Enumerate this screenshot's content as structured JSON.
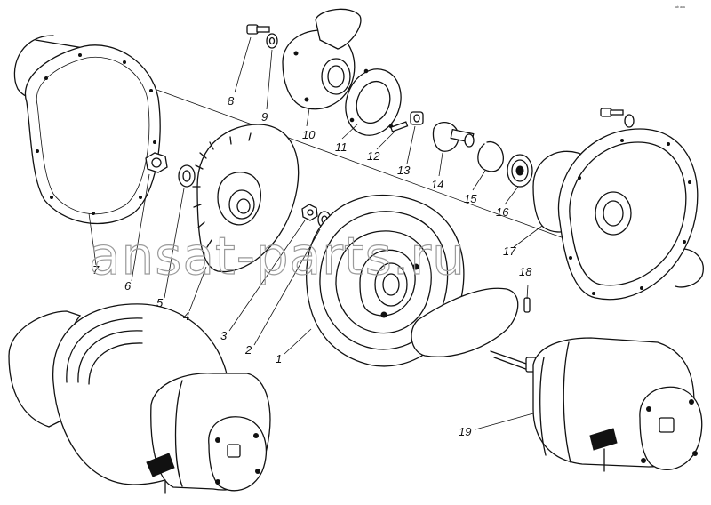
{
  "watermark": "ansat-parts.ru",
  "corner_mark": "ᵃᵇ ᵃᵃᵃ",
  "callouts": [
    {
      "id": "1",
      "label": "1"
    },
    {
      "id": "2",
      "label": "2"
    },
    {
      "id": "3",
      "label": "3"
    },
    {
      "id": "4",
      "label": "4"
    },
    {
      "id": "5",
      "label": "5"
    },
    {
      "id": "6",
      "label": "6"
    },
    {
      "id": "7",
      "label": "7"
    },
    {
      "id": "8",
      "label": "8"
    },
    {
      "id": "9",
      "label": "9"
    },
    {
      "id": "10",
      "label": "10"
    },
    {
      "id": "11",
      "label": "11"
    },
    {
      "id": "12",
      "label": "12"
    },
    {
      "id": "13",
      "label": "13"
    },
    {
      "id": "14",
      "label": "14"
    },
    {
      "id": "15",
      "label": "15"
    },
    {
      "id": "16",
      "label": "16"
    },
    {
      "id": "17",
      "label": "17"
    },
    {
      "id": "18",
      "label": "18"
    },
    {
      "id": "19",
      "label": "19"
    }
  ]
}
